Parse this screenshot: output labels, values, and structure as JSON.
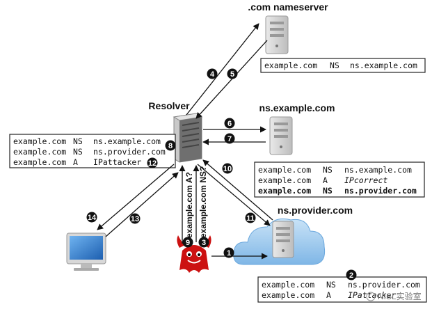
{
  "labels": {
    "com_nameserver": ".com nameserver",
    "resolver": "Resolver",
    "ns_example": "ns.example.com",
    "ns_provider": "ns.provider.com"
  },
  "boxes": {
    "com": [
      {
        "name": "example.com",
        "type": "NS",
        "value": "ns.example.com"
      }
    ],
    "resolver": [
      {
        "name": "example.com",
        "type": "NS",
        "value": "ns.example.com"
      },
      {
        "name": "example.com",
        "type": "NS",
        "value": "ns.provider.com"
      },
      {
        "name": "example.com",
        "type": "A",
        "value": "IPattacker"
      }
    ],
    "ns_example": [
      {
        "name": "example.com",
        "type": "NS",
        "value": "ns.example.com"
      },
      {
        "name": "example.com",
        "type": "A",
        "value": "IPcorrect"
      },
      {
        "name": "example.com",
        "type": "NS",
        "value": "ns.provider.com"
      }
    ],
    "ns_provider": [
      {
        "name": "example.com",
        "type": "NS",
        "value": "ns.provider.com"
      },
      {
        "name": "example.com",
        "type": "A",
        "value": "IPattacker"
      }
    ]
  },
  "steps": [
    "1",
    "2",
    "3",
    "4",
    "5",
    "6",
    "7",
    "8",
    "9",
    "10",
    "11",
    "12",
    "13",
    "14"
  ],
  "queries": {
    "a": "example.com A?",
    "ns": "example.com NS?"
  },
  "watermark": "NISL实验室",
  "colors": {
    "badge": "#111111",
    "arrow": "#111111",
    "attacker": "#cc1111",
    "cloud": "#9ecbf0",
    "screen": "#2f7fd6"
  }
}
